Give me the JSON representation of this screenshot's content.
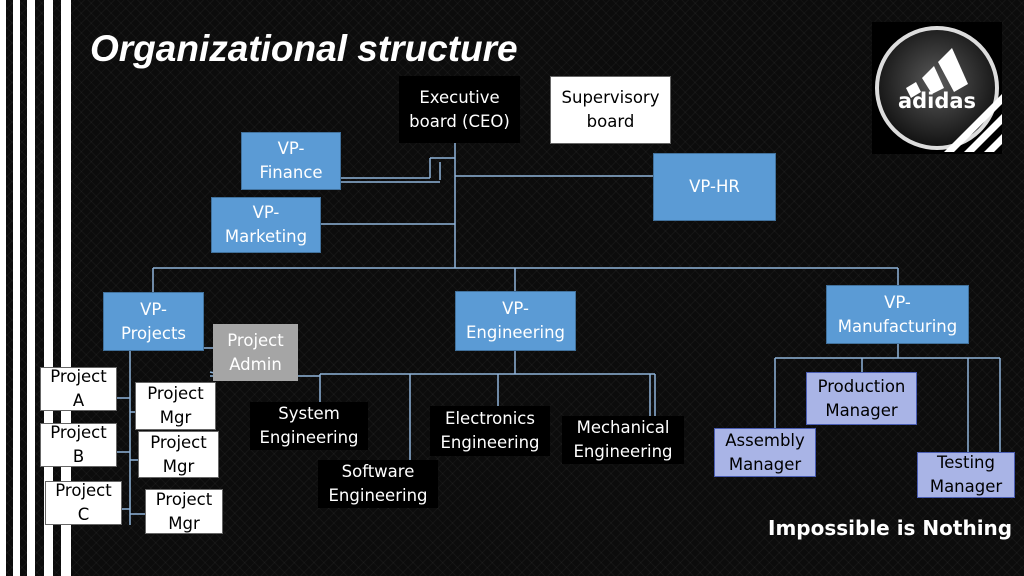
{
  "title": "Organizational structure",
  "tagline": "Impossible is Nothing",
  "logo": {
    "text": "adidas",
    "icon": "adidas-logo"
  },
  "nodes": {
    "ceo": "Executive\nboard (CEO)",
    "supervisory": "Supervisory\nboard",
    "vp_finance": "VP-\nFinance",
    "vp_marketing": "VP-\nMarketing",
    "vp_hr": "VP-HR",
    "vp_projects": "VP-\nProjects",
    "project_admin": "Project\nAdmin",
    "vp_engineering": "VP-\nEngineering",
    "vp_manufacturing": "VP-\nManufacturing",
    "project_a": "Project\nA",
    "project_b": "Project\nB",
    "project_c": "Project\nC",
    "project_mgr_1": "Project\nMgr",
    "project_mgr_2": "Project\nMgr",
    "project_mgr_3": "Project\nMgr",
    "system_eng": "System\nEngineering",
    "software_eng": "Software\nEngineering",
    "electronics_eng": "Electronics\nEngineering",
    "mechanical_eng": "Mechanical\nEngineering",
    "production_mgr": "Production\nManager",
    "assembly_mgr": "Assembly\nManager",
    "testing_mgr": "Testing\nManager"
  },
  "colors": {
    "vp_box": "#5b9bd5",
    "manager_box": "#a9b4e6",
    "connector": "#8fb3d9",
    "background": "#0c0c0c"
  }
}
